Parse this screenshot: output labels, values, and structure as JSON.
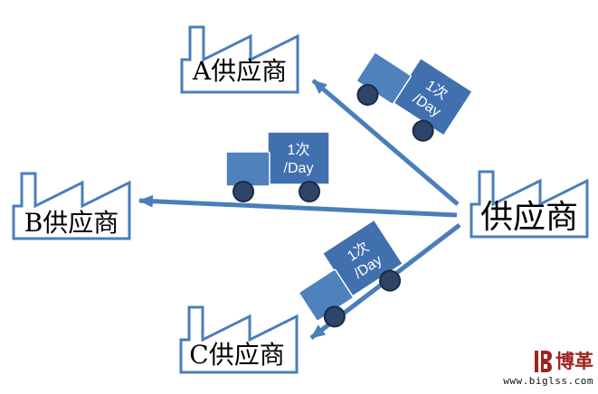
{
  "factories": {
    "a": {
      "label": "A供应商"
    },
    "b": {
      "label": "B供应商"
    },
    "c": {
      "label": "C供应商"
    },
    "main": {
      "label": "供应商"
    }
  },
  "routes": {
    "to_a": {
      "truck_label_line1": "1次",
      "truck_label_line2": "/Day"
    },
    "to_b": {
      "truck_label_line1": "1次",
      "truck_label_line2": "/Day"
    },
    "to_c": {
      "truck_label_line1": "1次",
      "truck_label_line2": "/Day"
    }
  },
  "watermark": {
    "brand": "博革",
    "site": "www.biglss.com"
  },
  "colors": {
    "accent_blue": "#4A7EBB",
    "truck_cab": "#4F81BD",
    "truck_box": "#4170AE",
    "wheel": "#2E4468",
    "brand_red": "#9E2420",
    "label_text": "#000000"
  }
}
